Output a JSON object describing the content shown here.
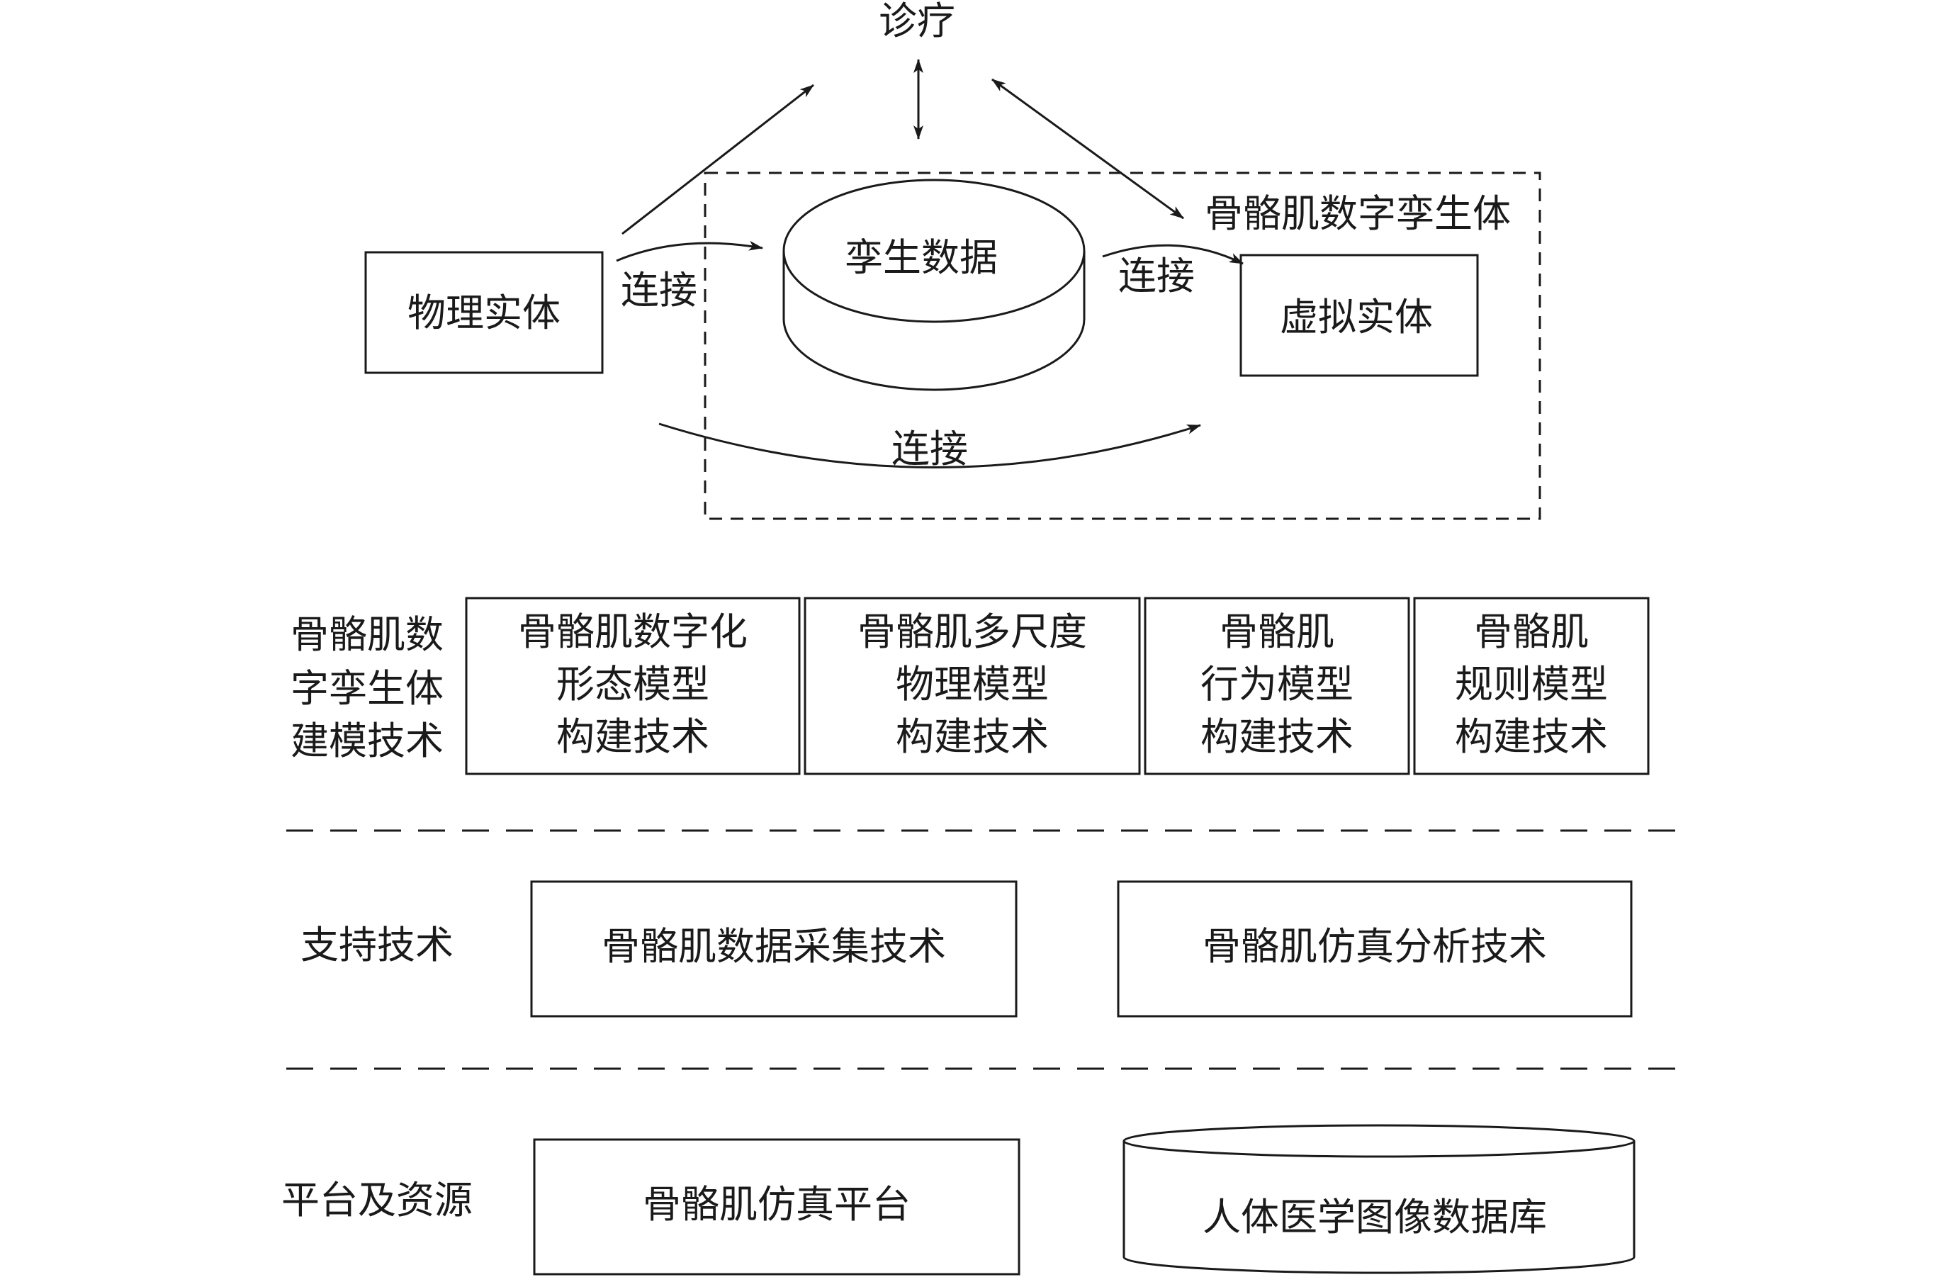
{
  "top": {
    "diagnosis": "诊疗",
    "physical_entity": "物理实体",
    "twin_data": "孪生数据",
    "virtual_entity": "虚拟实体",
    "digital_twin_label": "骨骼肌数字孪生体",
    "connect_left": "连接",
    "connect_right": "连接",
    "connect_bottom": "连接"
  },
  "modeling": {
    "label": [
      "骨骼肌数",
      "字孪生体",
      "建模技术"
    ],
    "boxes": [
      [
        "骨骼肌数字化",
        "形态模型",
        "构建技术"
      ],
      [
        "骨骼肌多尺度",
        "物理模型",
        "构建技术"
      ],
      [
        "骨骼肌",
        "行为模型",
        "构建技术"
      ],
      [
        "骨骼肌",
        "规则模型",
        "构建技术"
      ]
    ]
  },
  "support": {
    "label": "支持技术",
    "boxes": [
      "骨骼肌数据采集技术",
      "骨骼肌仿真分析技术"
    ]
  },
  "platform": {
    "label": "平台及资源",
    "box": "骨骼肌仿真平台",
    "database": "人体医学图像数据库"
  }
}
